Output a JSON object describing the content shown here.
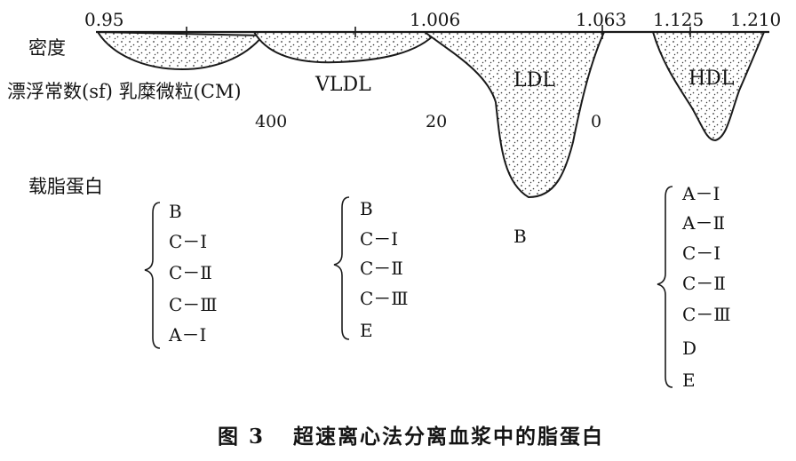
{
  "density_ticks": [
    "0.95",
    "1.006",
    "1.063",
    "1.125",
    "1.210"
  ],
  "labels": {
    "density": "密度",
    "sf_row": "漂浮常数(sf) 乳糜微粒(CM)",
    "apolipoprotein": "载脂蛋白"
  },
  "fractions": {
    "vldl": "VLDL",
    "ldl": "LDL",
    "hdl": "HDL"
  },
  "sf_values": [
    "400",
    "20",
    "0"
  ],
  "apo_groups": {
    "chylomicron": [
      "B",
      "C－Ⅰ",
      "C－Ⅱ",
      "C－Ⅲ",
      "A－Ⅰ"
    ],
    "vldl": [
      "B",
      "C－Ⅰ",
      "C－Ⅱ",
      "C－Ⅲ",
      "E"
    ],
    "ldl": [
      "B"
    ],
    "hdl": [
      "A－Ⅰ",
      "A－Ⅱ",
      "C－Ⅰ",
      "C－Ⅱ",
      "C－Ⅲ",
      "D",
      "E"
    ]
  },
  "caption": {
    "figure_no": "图 3",
    "text": "超速离心法分离血浆中的脂蛋白"
  }
}
